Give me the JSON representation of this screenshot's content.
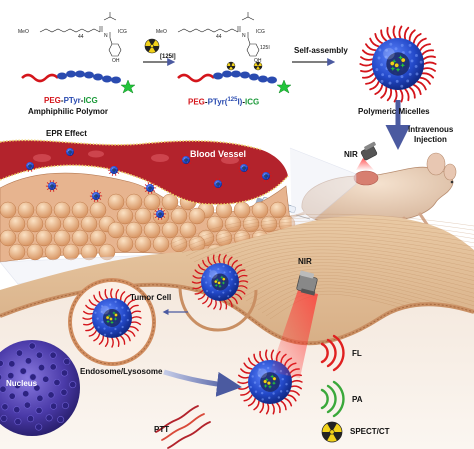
{
  "labels": {
    "peg_ptyr_icg_parts": [
      "PEG",
      "-",
      "PTyr",
      "-",
      "ICG"
    ],
    "peg_ptyr_i_icg_parts": [
      "PEG",
      "-",
      "PTyr(",
      "125",
      "I)",
      "-",
      "ICG"
    ],
    "amphiphilic": "Amphiphilic Polymor",
    "isotope": "[125I]",
    "self_assembly": "Self-assembly",
    "polymeric_micelles": "Polymeric Micelles",
    "intravenous_line1": "Intravenous",
    "intravenous_line2": "Injection",
    "nir_top": "NIR",
    "nir_tumor": "NIR",
    "epr": "EPR Effect",
    "blood_vessel": "Blood Vessel",
    "tumor_cell": "Tumor Cell",
    "endosome": "Endosome/Lysosome",
    "nucleus": "Nucleus",
    "ptt": "PTT",
    "fl": "FL",
    "pa": "PA",
    "spect": "SPECT/CT"
  },
  "chem": {
    "meo": "MeO",
    "n44": "44",
    "icg1": "ICG",
    "icg2": "ICG",
    "oh1": "OH",
    "oh2": "OH",
    "nh1": "N",
    "nh2": "N",
    "i125": "125I"
  },
  "colors": {
    "peg": "#d4151b",
    "ptyr": "#2a4bb0",
    "icg": "#1c9a3a",
    "vessel": "#b3232c",
    "cell": "#e9c19a",
    "tissue": "#d9b48f",
    "nucleus": "#4a3aa8",
    "laser": "#ff2020",
    "fl_wave": "#e02020",
    "pa_wave": "#3aa83a"
  }
}
